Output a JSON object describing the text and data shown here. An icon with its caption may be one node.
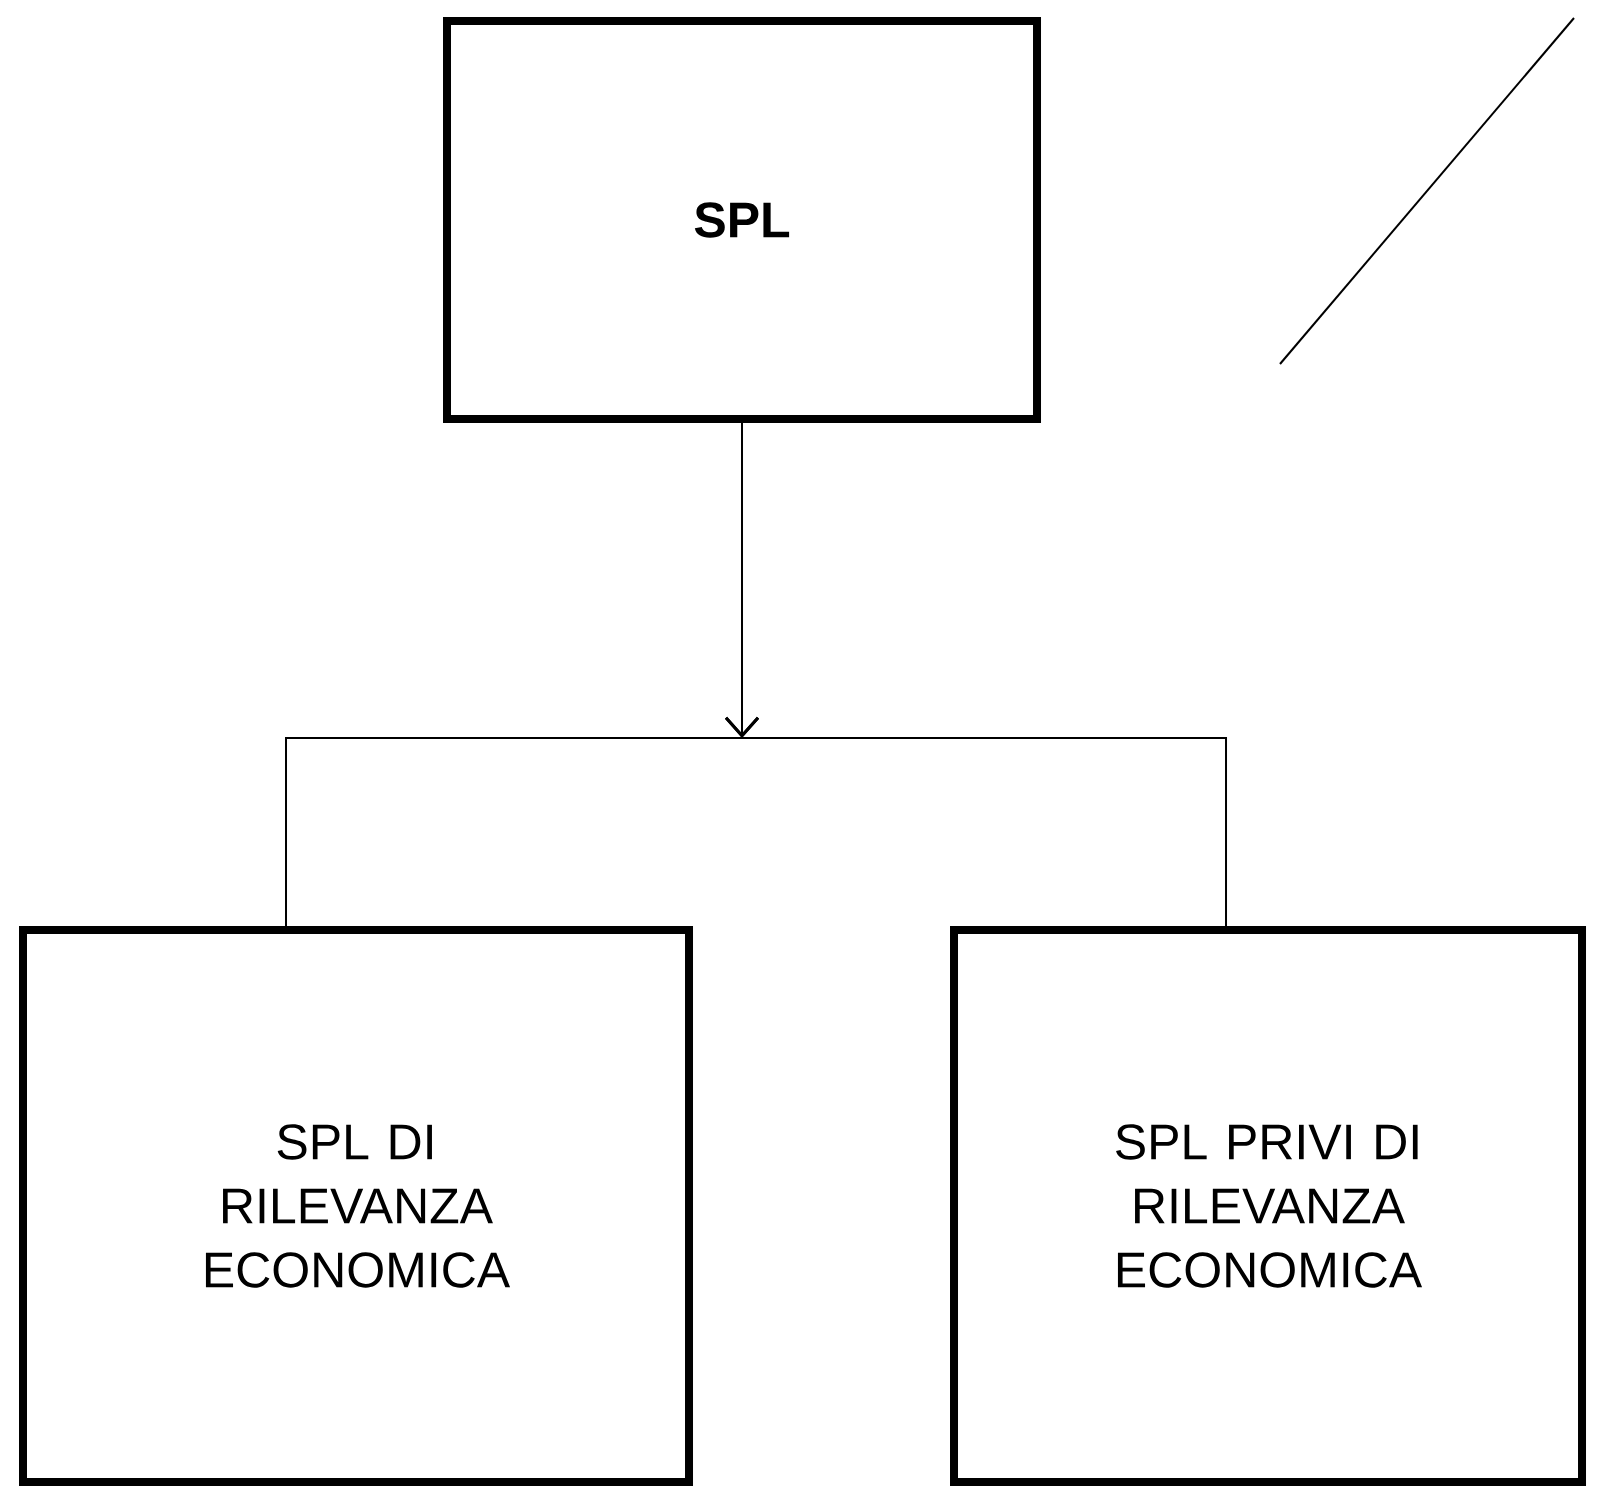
{
  "diagram": {
    "nodes": [
      {
        "text": [
          "SPL"
        ]
      },
      {
        "text": [
          "SPL DI RILEVANZA ECONOMICA"
        ]
      },
      {
        "text": [
          "SPL PRIVI DI RILEVANZA ECONOMICA"
        ]
      }
    ],
    "edges": [
      {
        "from": 0,
        "to": 1,
        "arrow": "to"
      },
      {
        "from": 0,
        "to": 2,
        "arrow": "to"
      }
    ]
  }
}
